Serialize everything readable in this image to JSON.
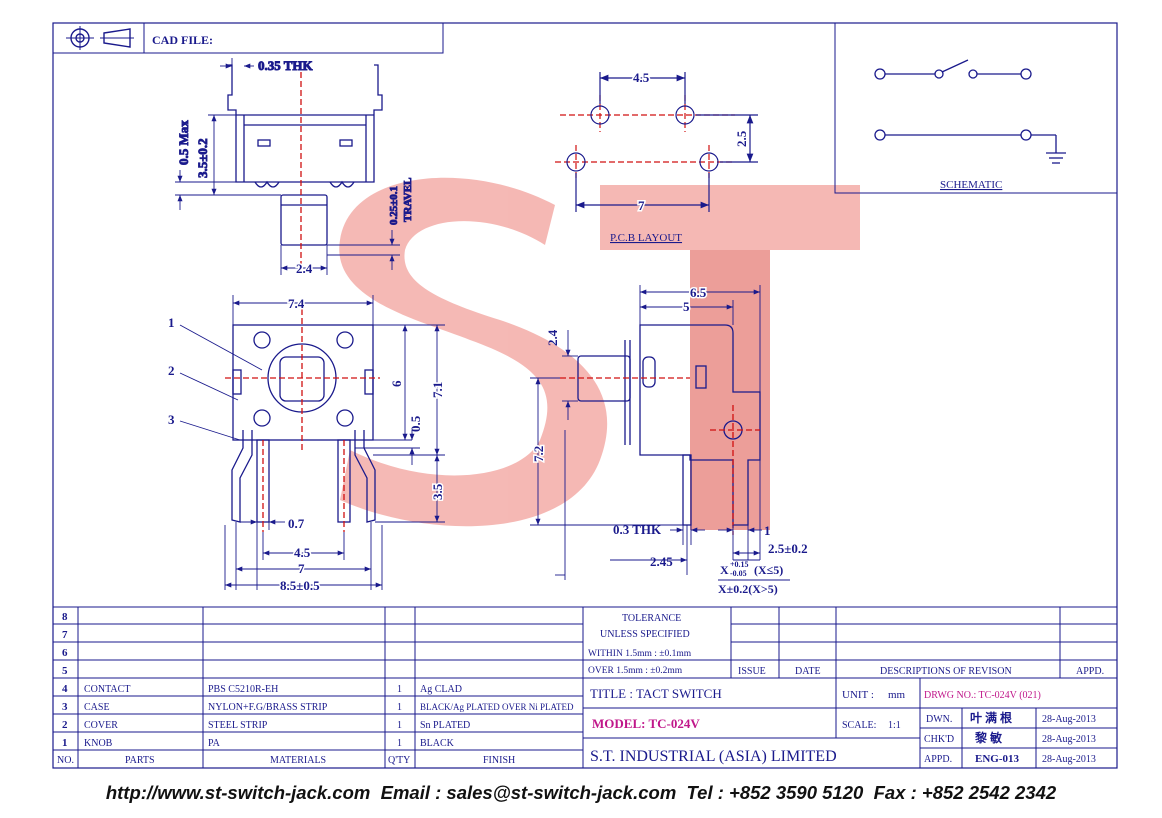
{
  "header": {
    "cad_file_label": "CAD FILE:"
  },
  "colors": {
    "line": "#1a1a8c",
    "watermark": "#e8443a",
    "magenta": "#c0178a",
    "red_dim": "#d01010"
  },
  "watermark": {
    "text": "ST"
  },
  "top_view": {
    "thk_label": "0.35 THK",
    "max_label": "0.5 Max",
    "height_label": "3.5±0.2",
    "travel_value": "0.25±0.1",
    "travel_label": "TRAVEL",
    "width_label": "2.4"
  },
  "pcb": {
    "w1": "4.5",
    "h1": "2.5",
    "w2": "7",
    "caption": "P.C.B LAYOUT"
  },
  "schematic": {
    "caption": "SCHEMATIC"
  },
  "front_view": {
    "callouts": [
      "1",
      "2",
      "3"
    ],
    "top_width": "7.4",
    "h6": "6",
    "h71": "7.1",
    "d05": "0.5",
    "d35": "3.5",
    "d07": "0.7",
    "d45": "4.5",
    "d7": "7",
    "d85": "8.5±0.5"
  },
  "side_view": {
    "d65": "6.5",
    "d5": "5",
    "d24": "2.4",
    "d72": "7.2",
    "thk": "0.3  THK",
    "d1": "1",
    "d25": "2.5±0.2",
    "d245": "2.45",
    "tol1": "X",
    "tol1_sup": "+0.15",
    "tol1_sub": "-0.05",
    "tol1_cond": "(X≤5)",
    "tol2": "X±0.2(X>5)"
  },
  "tolerance": {
    "title": "TOLERANCE",
    "line2": "UNLESS   SPECIFIED",
    "line3": "WITHIN  1.5mm : ±0.1mm",
    "line4": "OVER    1.5mm : ±0.2mm"
  },
  "revision_header": {
    "issue": "ISSUE",
    "date": "DATE",
    "desc": "DESCRIPTIONS  OF  REVISON",
    "appd": "APPD."
  },
  "bom": {
    "rows": [
      {
        "no": "8",
        "part": "",
        "material": "",
        "qty": "",
        "finish": ""
      },
      {
        "no": "7",
        "part": "",
        "material": "",
        "qty": "",
        "finish": ""
      },
      {
        "no": "6",
        "part": "",
        "material": "",
        "qty": "",
        "finish": ""
      },
      {
        "no": "5",
        "part": "",
        "material": "",
        "qty": "",
        "finish": ""
      },
      {
        "no": "4",
        "part": "CONTACT",
        "material": "PBS  C5210R-EH",
        "qty": "1",
        "finish": "Ag  CLAD"
      },
      {
        "no": "3",
        "part": "CASE",
        "material": "NYLON+F.G/BRASS  STRIP",
        "qty": "1",
        "finish": "BLACK/Ag  PLATED  OVER  Ni  PLATED"
      },
      {
        "no": "2",
        "part": "COVER",
        "material": "STEEL  STRIP",
        "qty": "1",
        "finish": "Sn  PLATED"
      },
      {
        "no": "1",
        "part": "KNOB",
        "material": "PA",
        "qty": "1",
        "finish": "BLACK"
      }
    ],
    "header": {
      "no": "NO.",
      "parts": "PARTS",
      "materials": "MATERIALS",
      "qty": "Q'TY",
      "finish": "FINISH"
    }
  },
  "title_block": {
    "title": "TITLE : TACT  SWITCH",
    "unit_label": "UNIT :",
    "unit_value": "mm",
    "drwg_no": "DRWG  NO.:  TC-024V  (021)",
    "model": "MODEL:  TC-024V",
    "scale_label": "SCALE:",
    "scale_value": "1:1",
    "company": "S.T.  INDUSTRIAL  (ASIA)  LIMITED",
    "dwn_label": "DWN.",
    "dwn_name": "叶 满 根",
    "dwn_date": "28-Aug-2013",
    "chk_label": "CHK'D",
    "chk_name": "黎 敏",
    "chk_date": "28-Aug-2013",
    "appd_label": "APPD.",
    "appd_name": "ENG-013",
    "appd_date": "28-Aug-2013"
  },
  "footer": {
    "text": "http://www.st-switch-jack.com  Email : sales@st-switch-jack.com  Tel : +852 3590 5120  Fax : +852 2542 2342"
  }
}
